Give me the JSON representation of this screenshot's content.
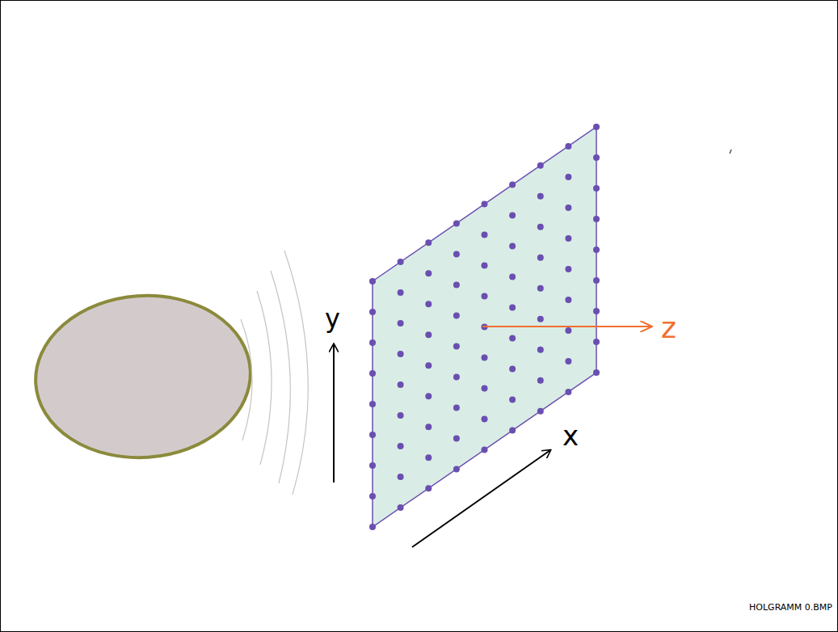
{
  "diagram": {
    "labels": [
      "y",
      "x",
      "z",
      "HOLGRAMM 0.BMP"
    ]
  }
}
